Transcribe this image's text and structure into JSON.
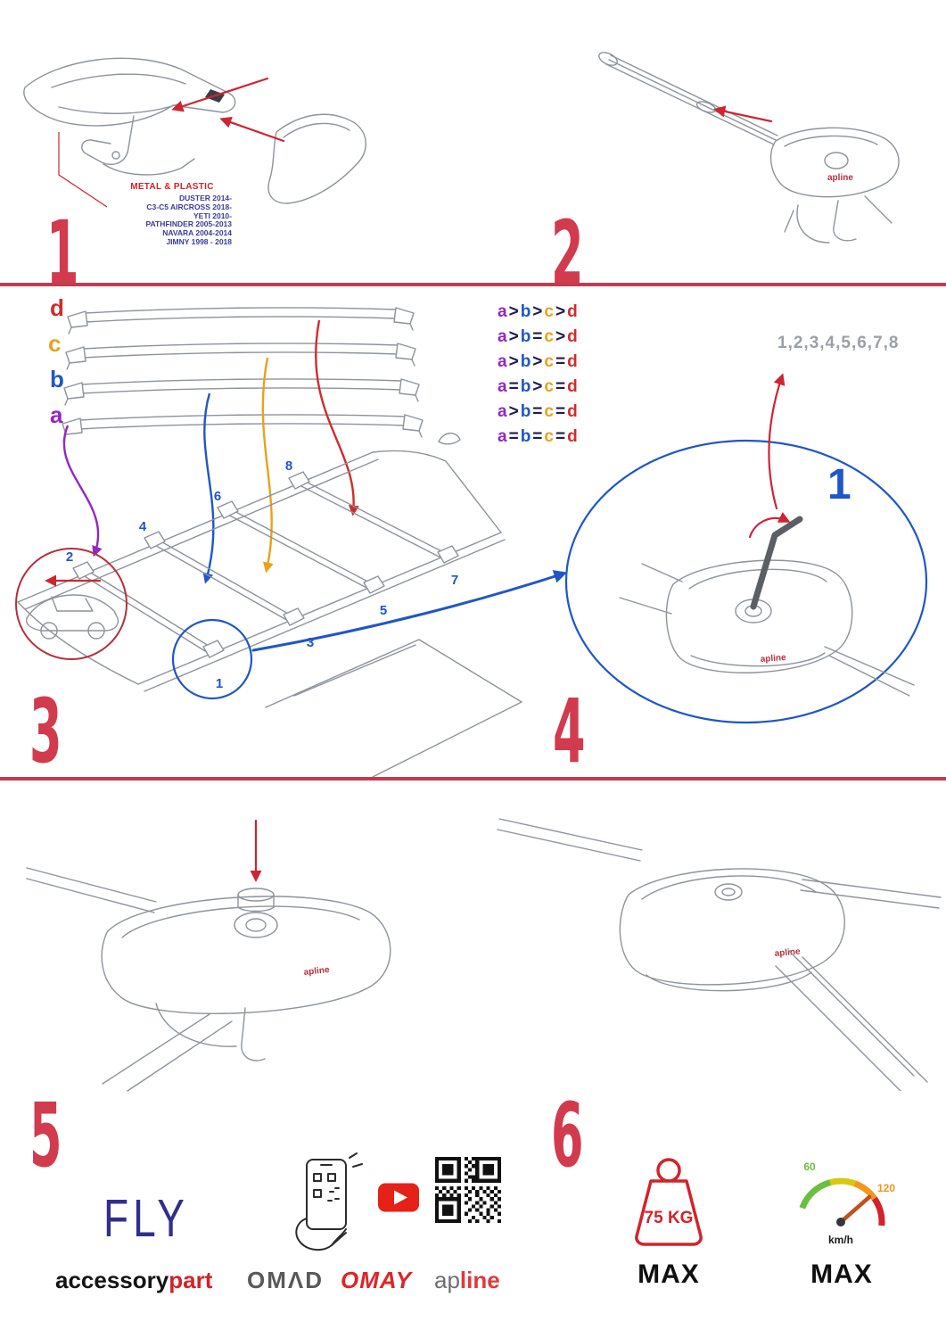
{
  "palette": {
    "accent_red": "#d23a4e",
    "divider_red": "#c43b4e",
    "purple": "#9327c4",
    "blue": "#1f56c9",
    "orange": "#e8a21b",
    "red": "#d22b2b",
    "navy_text": "#3a3a9a",
    "gray_sequence": "#9aa0a6",
    "logo_navy": "#312e8f",
    "logo_red": "#d2232a"
  },
  "brand_small": "apline",
  "step1": {
    "number": "1",
    "material_label": "METAL & PLASTIC",
    "vehicles": [
      "DUSTER 2014-",
      "C3-C5 AIRCROSS 2018-",
      "YETI 2010-",
      "PATHFINDER 2005-2013",
      "NAVARA 2004-2014",
      "JIMNY 1998 - 2018"
    ]
  },
  "step2": {
    "number": "2"
  },
  "step3": {
    "number": "3",
    "labels": [
      "d",
      "c",
      "b",
      "a"
    ],
    "letter_a": "a",
    "letter_b": "b",
    "letter_c": "c",
    "letter_d": "d",
    "comparisons": [
      {
        "op1": ">",
        "op2": ">",
        "op3": ">"
      },
      {
        "op1": ">",
        "op2": "=",
        "op3": ">"
      },
      {
        "op1": ">",
        "op2": ">",
        "op3": "="
      },
      {
        "op1": "=",
        "op2": ">",
        "op3": "="
      },
      {
        "op1": ">",
        "op2": "=",
        "op3": "="
      },
      {
        "op1": "=",
        "op2": "=",
        "op3": "="
      }
    ],
    "positions": [
      "1",
      "2",
      "3",
      "4",
      "5",
      "6",
      "7",
      "8"
    ]
  },
  "step4": {
    "number": "4",
    "sequence": "1,2,3,4,5,6,7,8",
    "callout": "1"
  },
  "step5": {
    "number": "5"
  },
  "step6": {
    "number": "6"
  },
  "badges": {
    "weight": "75 KG",
    "weight_max": "MAX",
    "speed_min": "60",
    "speed_max_value": "120",
    "speed_unit": "km/h",
    "speed_max": "MAX"
  },
  "footer": {
    "fly": "FLY",
    "accessory": "accessory",
    "part": "part",
    "omad": "OMΛD",
    "omay": "OMAY",
    "apline_gray": "ap",
    "apline_red": "line"
  }
}
